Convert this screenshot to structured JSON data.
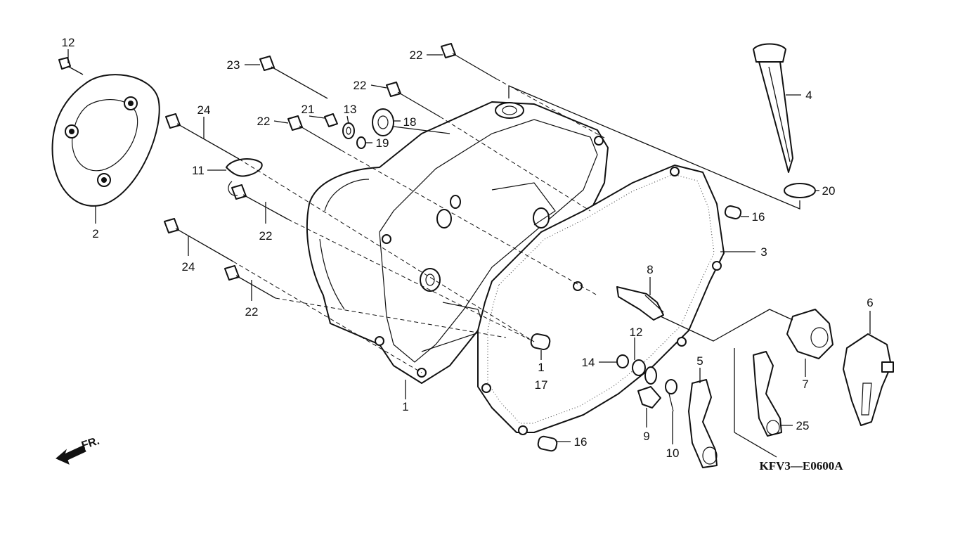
{
  "diagram": {
    "code": "KFV3—E0600A",
    "direction_label": "FR.",
    "callouts": [
      {
        "id": "c1a",
        "text": "1"
      },
      {
        "id": "c1b",
        "text": "1"
      },
      {
        "id": "c2",
        "text": "2"
      },
      {
        "id": "c3",
        "text": "3"
      },
      {
        "id": "c4",
        "text": "4"
      },
      {
        "id": "c5",
        "text": "5"
      },
      {
        "id": "c6",
        "text": "6"
      },
      {
        "id": "c7",
        "text": "7"
      },
      {
        "id": "c8",
        "text": "8"
      },
      {
        "id": "c9",
        "text": "9"
      },
      {
        "id": "c10",
        "text": "10"
      },
      {
        "id": "c11",
        "text": "11"
      },
      {
        "id": "c12",
        "text": "12"
      },
      {
        "id": "c13",
        "text": "13"
      },
      {
        "id": "c14",
        "text": "14"
      },
      {
        "id": "c15",
        "text": "15"
      },
      {
        "id": "c16a",
        "text": "16"
      },
      {
        "id": "c16b",
        "text": "16"
      },
      {
        "id": "c17",
        "text": "17"
      },
      {
        "id": "c18",
        "text": "18"
      },
      {
        "id": "c19",
        "text": "19"
      },
      {
        "id": "c20",
        "text": "20"
      },
      {
        "id": "c21",
        "text": "21"
      },
      {
        "id": "c22a",
        "text": "22"
      },
      {
        "id": "c22b",
        "text": "22"
      },
      {
        "id": "c22c",
        "text": "22"
      },
      {
        "id": "c22d",
        "text": "22"
      },
      {
        "id": "c22e",
        "text": "22"
      },
      {
        "id": "c23",
        "text": "23"
      },
      {
        "id": "c24a",
        "text": "24"
      },
      {
        "id": "c24b",
        "text": "24"
      },
      {
        "id": "c25",
        "text": "25"
      }
    ]
  }
}
